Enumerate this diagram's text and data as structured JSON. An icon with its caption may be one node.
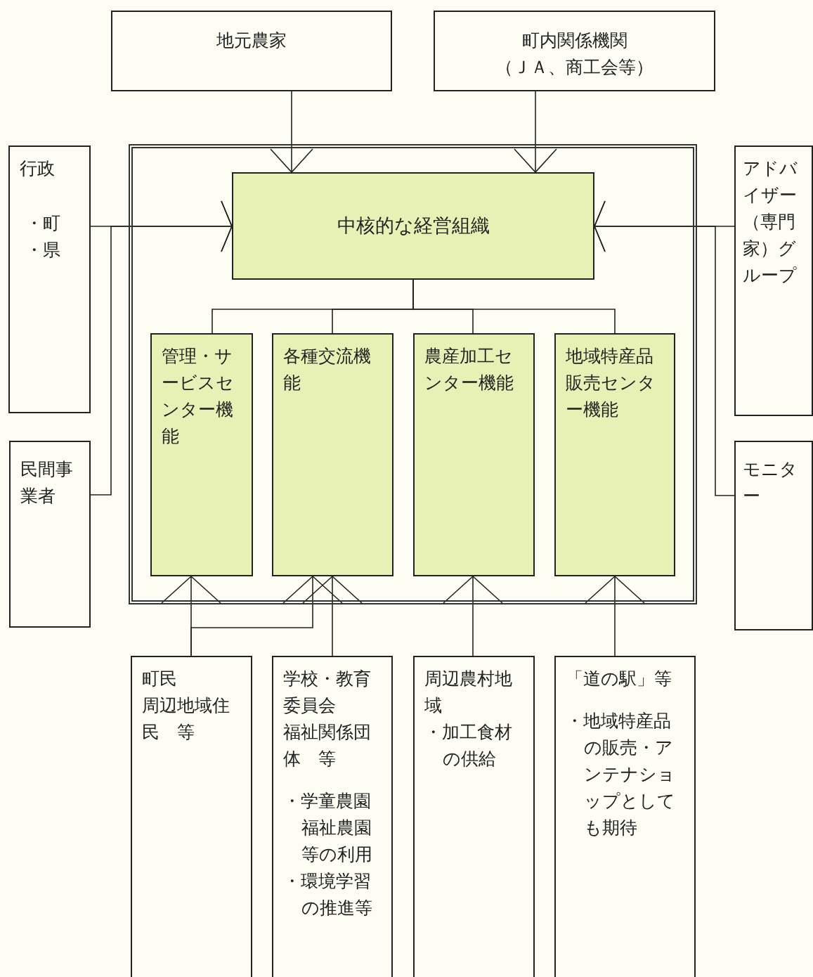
{
  "diagram": {
    "nodes": [
      {
        "text": [
          "地元農家"
        ]
      },
      {
        "text": [
          "町内関係機関",
          "（ＪＡ、商工会等）"
        ]
      },
      {
        "text": [
          "行政",
          "・町",
          "・県"
        ]
      },
      {
        "text": [
          "民間事業者"
        ]
      },
      {
        "text": [],
        "shape": "box"
      },
      {
        "text": [
          "中核的な経営組織"
        ],
        "in": 4
      },
      {
        "text": [
          "管理・サービスセンター機能"
        ],
        "in": 4
      },
      {
        "text": [
          "各種交流機能"
        ],
        "in": 4
      },
      {
        "text": [
          "農産加工センター機能"
        ],
        "in": 4
      },
      {
        "text": [
          "地域特産品販売センター機能"
        ],
        "in": 4
      },
      {
        "text": [
          "アドバイザー（専門家）グループ"
        ]
      },
      {
        "text": [
          "モニター"
        ]
      },
      {
        "text": [
          "町民",
          "周辺地域住民　等"
        ]
      },
      {
        "text": [
          "学校・教育委員会",
          "福祉関係団体　等",
          "・学童農園福祉農園等の利用",
          "・環境学習の推進等"
        ]
      },
      {
        "text": [
          "周辺農村地域",
          "・加工食材の供給"
        ]
      },
      {
        "text": [
          "「道の駅」等",
          "・地域特産品の販売・アンテナショップとしても期待"
        ]
      }
    ],
    "edges": [
      {
        "from": 0,
        "to": 5,
        "arrow": "to"
      },
      {
        "from": 1,
        "to": 5,
        "arrow": "to"
      },
      {
        "from": 2,
        "to": 5,
        "arrow": "to"
      },
      {
        "from": 3,
        "to": 5,
        "arrow": "to"
      },
      {
        "from": 10,
        "to": 5,
        "arrow": "to"
      },
      {
        "from": 11,
        "to": 5,
        "arrow": "to"
      },
      {
        "from": 5,
        "to": 6,
        "arrow": "none"
      },
      {
        "from": 5,
        "to": 7,
        "arrow": "none"
      },
      {
        "from": 5,
        "to": 8,
        "arrow": "none"
      },
      {
        "from": 5,
        "to": 9,
        "arrow": "none"
      },
      {
        "from": 12,
        "to": 6,
        "arrow": "to"
      },
      {
        "from": 12,
        "to": 7,
        "arrow": "to"
      },
      {
        "from": 13,
        "to": 7,
        "arrow": "to"
      },
      {
        "from": 14,
        "to": 8,
        "arrow": "to"
      },
      {
        "from": 15,
        "to": 9,
        "arrow": "to"
      }
    ]
  }
}
